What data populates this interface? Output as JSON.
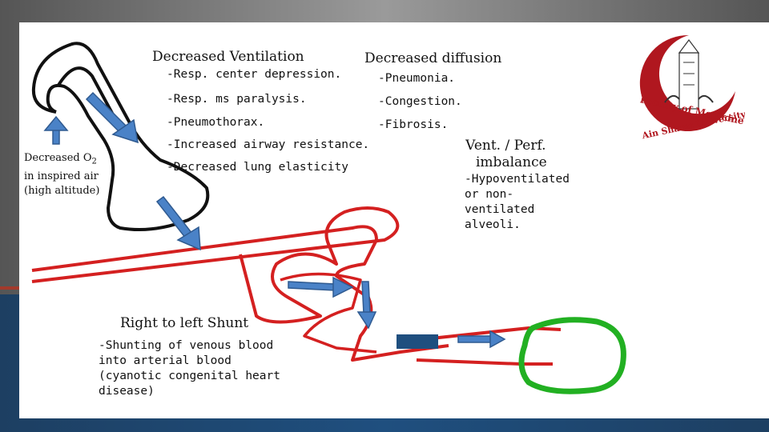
{
  "ventilation": {
    "heading": "Decreased Ventilation",
    "items": [
      "-Resp. center depression.",
      "-Resp. ms paralysis.",
      "-Pneumothorax.",
      "-Increased airway resistance.",
      "-Decreased lung elasticity"
    ]
  },
  "diffusion": {
    "heading": "Decreased diffusion",
    "items": [
      "-Pneumonia.",
      "-Congestion.",
      "-Fibrosis."
    ]
  },
  "inspired_air": {
    "line1_prefix": "Decreased O",
    "line1_sub": "2",
    "line2": "in inspired air",
    "line3": "(high altitude)"
  },
  "vq": {
    "heading_line1": "Vent. / Perf.",
    "heading_line2": "imbalance",
    "body": "-Hypoventilated or non-ventilated alveoli."
  },
  "shunt": {
    "heading": "Right to left Shunt",
    "body": "-Shunting of venous blood into arterial blood (cyanotic congenital heart disease)"
  },
  "logo": {
    "top_text": "Faculty of Medicine",
    "bottom_text": "Ain Shams University"
  },
  "colors": {
    "arrow_blue": "#4a82c7",
    "lung_outline": "#111111",
    "vessel_red": "#d42020",
    "tissue_green": "#22b022",
    "logo_red": "#b0171f",
    "background_blue": "#1f4f7f"
  }
}
